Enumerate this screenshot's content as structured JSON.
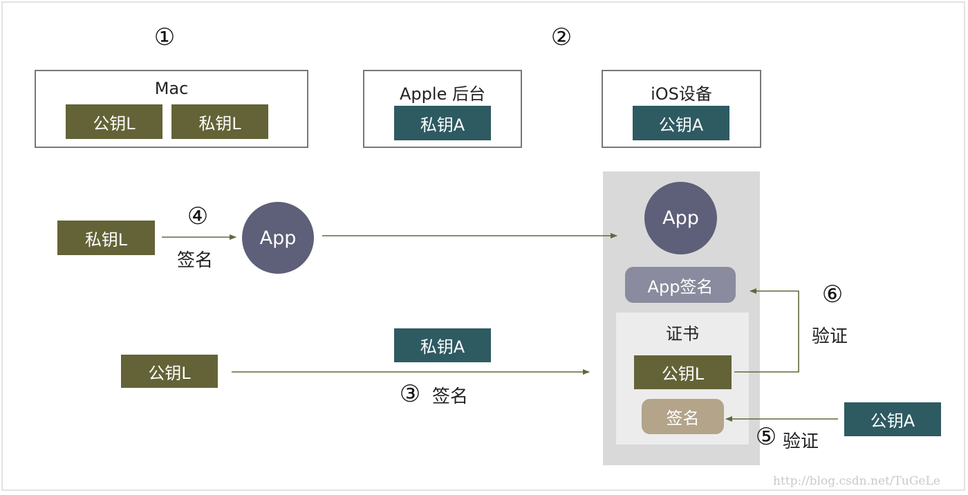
{
  "steps": {
    "one": "①",
    "two": "②",
    "three": "③",
    "four": "④",
    "five": "⑤",
    "six": "⑥"
  },
  "top": {
    "mac": {
      "title": "Mac",
      "key1": "公钥L",
      "key2": "私钥L"
    },
    "apple": {
      "title": "Apple 后台",
      "key": "私钥A"
    },
    "ios": {
      "title": "iOS设备",
      "key": "公钥A"
    }
  },
  "left": {
    "private_l": "私钥L",
    "sign_label": "签名",
    "app": "App",
    "public_l": "公钥L",
    "private_a": "私钥A",
    "sign_label2": "签名"
  },
  "device": {
    "app": "App",
    "app_signature": "App签名",
    "cert_title": "证书",
    "cert_public_l": "公钥L",
    "cert_signature": "签名"
  },
  "right": {
    "verify_label": "验证",
    "public_a": "公钥A",
    "verify_label2": "验证"
  },
  "watermark": "http://blog.csdn.net/TuGeLe",
  "colors": {
    "olive": "#636337",
    "teal": "#2e5a62",
    "app_circle": "#5e5f78",
    "app_signature_pill": "#8a8b9e",
    "signature_pill": "#b3a48a",
    "arrow": "#5f6a3a",
    "device_panel": "#d9d9d9",
    "cert_panel": "#ececec"
  }
}
